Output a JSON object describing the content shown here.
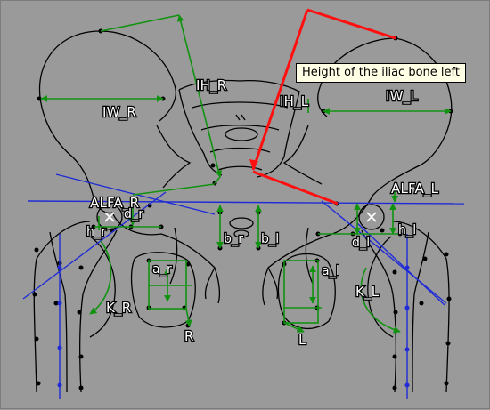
{
  "tooltip": {
    "text": "Height of the iliac bone left"
  },
  "labels": {
    "ih_r": "IH_R",
    "ih_l": "IH_L",
    "iw_r": "IW_R",
    "iw_l": "IW_L",
    "alfa_r": "ALFA_R",
    "alfa_l": "ALFA_L",
    "d_r": "d_r",
    "d_l": "d_l",
    "h_r": "h_r",
    "h_l": "h_l",
    "b_r": "b_r",
    "b_l": "b_l",
    "a_r": "a_r",
    "a_l": "a_l",
    "k_r": "K_R",
    "k_l": "K_L",
    "r": "R",
    "l": "L"
  },
  "colors": {
    "background": "#9a9a9a",
    "outline": "#000000",
    "measure": "#119311",
    "axis": "#1f2bd6",
    "highlight": "#ff1010"
  }
}
